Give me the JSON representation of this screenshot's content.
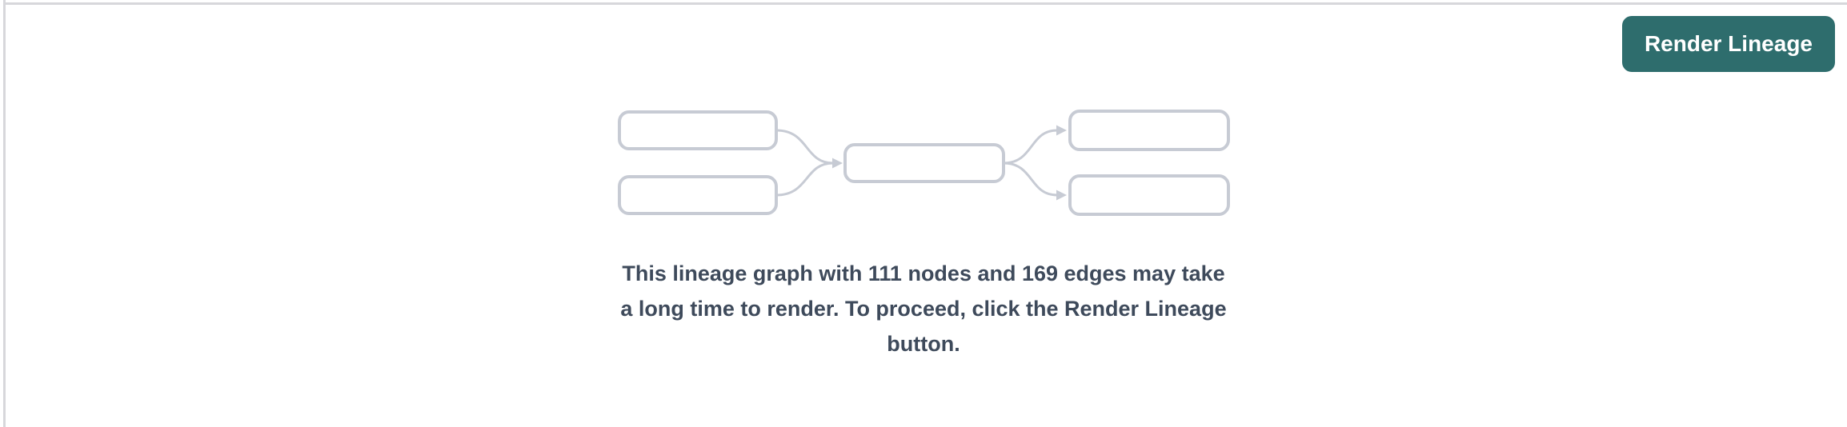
{
  "panel": {
    "name": "lineage-graph-panel"
  },
  "button": {
    "label": "Render Lineage"
  },
  "message": {
    "full_text": "This lineage graph with 111 nodes and 169 edges may take a long time to render. To proceed, click the Render Lineage button.",
    "lines": [
      "This lineage graph with 111 nodes and 169 edges may take",
      "a long time to render. To proceed, click the Render Lineage",
      "button."
    ]
  },
  "stats": {
    "node_count": 111,
    "edge_count": 169
  },
  "colors": {
    "background": "#ffffff",
    "hairline": "#d7d7db",
    "accent_teal": "#2e6d6d",
    "button_text": "#ffffff",
    "message_text": "#3e4a5b",
    "illustration_stroke": "#c7cbd4",
    "node_fill": "#ffffff"
  }
}
